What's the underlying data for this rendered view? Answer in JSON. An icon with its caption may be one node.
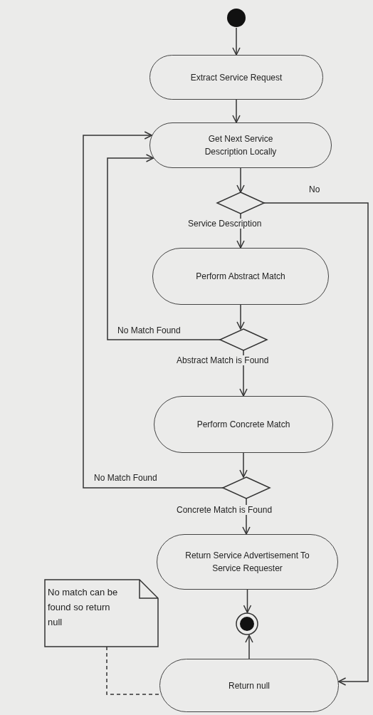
{
  "diagram": {
    "nodes": [
      {
        "text": [],
        "shape": "circle"
      },
      {
        "text": [
          "Extract Service Request"
        ]
      },
      {
        "text": [
          "Get Next Service Description Locally"
        ]
      },
      {
        "text": [],
        "shape": "diamond"
      },
      {
        "text": [
          "Perform Abstract Match"
        ]
      },
      {
        "text": [],
        "shape": "diamond"
      },
      {
        "text": [
          "Perform Concrete Match"
        ]
      },
      {
        "text": [],
        "shape": "diamond"
      },
      {
        "text": [
          "Return Service Advertisement To Service Requester"
        ]
      },
      {
        "text": [],
        "shape": "circle"
      },
      {
        "text": [
          "No match can be found so return null"
        ]
      },
      {
        "text": [
          "Return null"
        ]
      }
    ],
    "edges": [
      {
        "from": 0,
        "to": 1,
        "arrow": "to"
      },
      {
        "from": 1,
        "to": 2,
        "arrow": "to"
      },
      {
        "from": 2,
        "to": 3,
        "arrow": "to"
      },
      {
        "from": 3,
        "to": 4,
        "arrow": "to",
        "label": "Service Description"
      },
      {
        "from": 4,
        "to": 5,
        "arrow": "to"
      },
      {
        "from": 5,
        "to": 2,
        "arrow": "to",
        "label": "No Match Found"
      },
      {
        "from": 5,
        "to": 6,
        "arrow": "to",
        "label": "Abstract Match is Found"
      },
      {
        "from": 6,
        "to": 7,
        "arrow": "to"
      },
      {
        "from": 7,
        "to": 2,
        "arrow": "to",
        "label": "No Match Found"
      },
      {
        "from": 7,
        "to": 8,
        "arrow": "to",
        "label": "Concrete Match is Found"
      },
      {
        "from": 8,
        "to": 9,
        "arrow": "to"
      },
      {
        "from": 11,
        "to": 9,
        "arrow": "to"
      },
      {
        "from": 3,
        "to": 11,
        "arrow": "to",
        "label": "No"
      },
      {
        "from": 10,
        "to": 11,
        "arrow": "none",
        "style": "dashed"
      }
    ]
  }
}
